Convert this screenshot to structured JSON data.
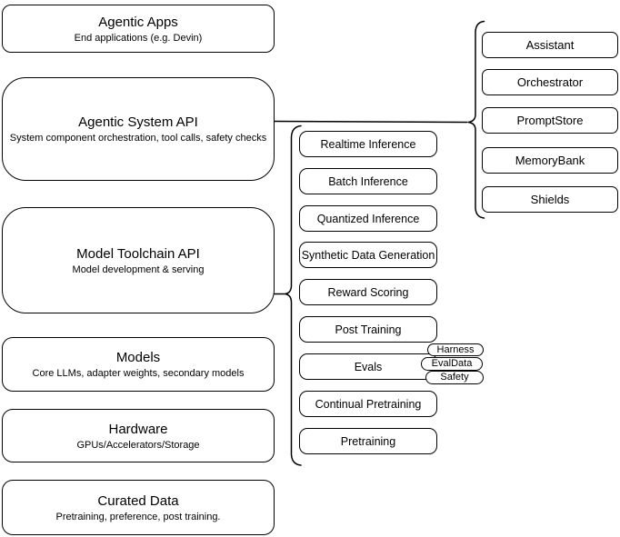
{
  "diagram": {
    "background_color": "#ffffff",
    "stroke_color": "#000000",
    "text_color": "#000000",
    "left_stack": [
      {
        "title": "Agentic Apps",
        "subtitle": "End applications (e.g. Devin)"
      },
      {
        "title": "Agentic System API",
        "subtitle": "System component orchestration, tool calls, safety checks"
      },
      {
        "title": "Model Toolchain API",
        "subtitle": "Model development & serving"
      },
      {
        "title": "Models",
        "subtitle": "Core LLMs, adapter weights, secondary models"
      },
      {
        "title": "Hardware",
        "subtitle": "GPUs/Accelerators/Storage"
      },
      {
        "title": "Curated Data",
        "subtitle": "Pretraining, preference, post training."
      }
    ],
    "toolchain_services": [
      "Realtime Inference",
      "Batch Inference",
      "Quantized Inference",
      "Synthetic Data Generation",
      "Reward Scoring",
      "Post Training",
      "Evals",
      "Continual Pretraining",
      "Pretraining"
    ],
    "eval_tags": [
      "Harness",
      "EvalData",
      "Safety"
    ],
    "system_components": [
      "Assistant",
      "Orchestrator",
      "PromptStore",
      "MemoryBank",
      "Shields"
    ]
  }
}
